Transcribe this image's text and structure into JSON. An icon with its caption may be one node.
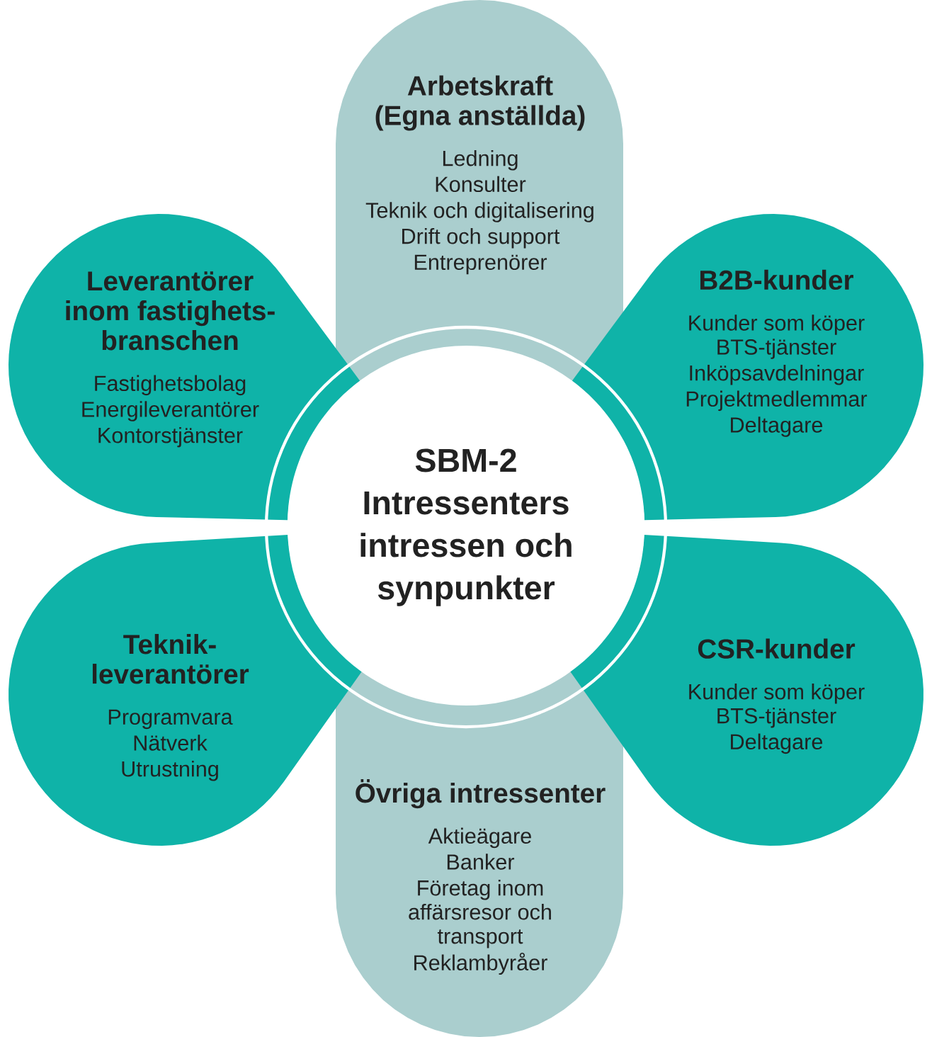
{
  "diagram": {
    "nodes": [
      {
        "text": [
          "Arbetskraft (Egna anställda)",
          "Ledning",
          "Konsulter",
          "Teknik och digitalisering",
          "Drift och support",
          "Entreprenörer"
        ]
      },
      {
        "text": [
          "Leverantörer inom fastighets-branschen",
          "Fastighetsbolag",
          "Energileverantörer",
          "Kontorstjänster"
        ]
      },
      {
        "text": [
          "B2B-kunder",
          "Kunder som köper BTS-tjänster",
          "Inköpsavdelningar",
          "Projektmedlemmar",
          "Deltagare"
        ]
      },
      {
        "text": [
          "SBM-2 Intressenters intressen och synpunkter"
        ]
      },
      {
        "text": [
          "Teknik-leverantörer",
          "Programvara",
          "Nätverk",
          "Utrustning"
        ]
      },
      {
        "text": [
          "CSR-kunder",
          "Kunder som köper BTS-tjänster",
          "Deltagare"
        ]
      },
      {
        "text": [
          "Övriga intressenter",
          "Aktieägare",
          "Banker",
          "Företag inom affärsresor och transport",
          "Reklambyråer"
        ]
      }
    ]
  }
}
